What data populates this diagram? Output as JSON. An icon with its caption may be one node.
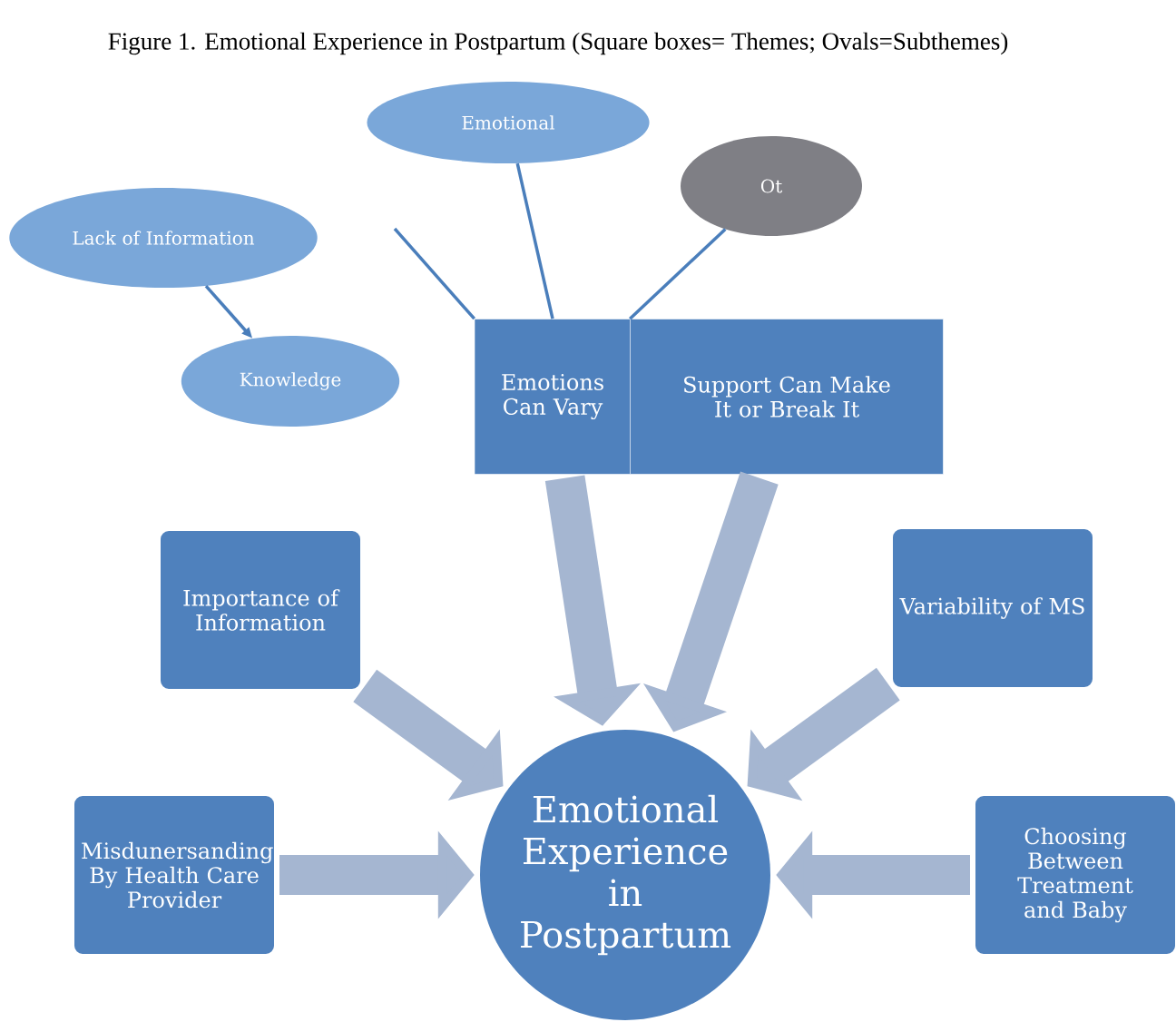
{
  "diagram": {
    "title": "Figure 1. Emotional Experience in Postpartum (Square boxes= Themes; Ovals=Subthemes)",
    "nodes": [
      {
        "text": [
          "Emotional"
        ]
      },
      {
        "text": [
          "Ot"
        ]
      },
      {
        "text": [
          "Lack of Information"
        ]
      },
      {
        "text": [
          "Knowledge"
        ]
      },
      {
        "text": [
          "Emotions Can Vary"
        ]
      },
      {
        "text": [
          "Support Can Make It or Break It"
        ]
      },
      {
        "text": [
          "Importance of Information"
        ]
      },
      {
        "text": [
          "Variability of MS"
        ]
      },
      {
        "text": [
          "Misdunersanding By Health Care Provider"
        ]
      },
      {
        "text": [
          "Emotional Experience in Postpartum"
        ]
      },
      {
        "text": [
          "Choosing Between Treatment and Baby"
        ]
      }
    ],
    "edges": [
      {
        "from": 4,
        "to": null,
        "arrow": "none",
        "color": "#4a7ebb"
      },
      {
        "from": 4,
        "to": 0,
        "arrow": "none",
        "color": "#4a7ebb"
      },
      {
        "from": 5,
        "to": 1,
        "arrow": "none",
        "color": "#4a7ebb"
      },
      {
        "from": 2,
        "to": 3,
        "arrow": "to",
        "color": "#4a7ebb"
      },
      {
        "from": 4,
        "to": 9,
        "arrow": "to"
      },
      {
        "from": 5,
        "to": 9,
        "arrow": "to"
      },
      {
        "from": 6,
        "to": 9,
        "arrow": "to"
      },
      {
        "from": 7,
        "to": 9,
        "arrow": "to"
      },
      {
        "from": 8,
        "to": 9,
        "arrow": "to"
      },
      {
        "from": 10,
        "to": 9,
        "arrow": "to"
      }
    ]
  }
}
